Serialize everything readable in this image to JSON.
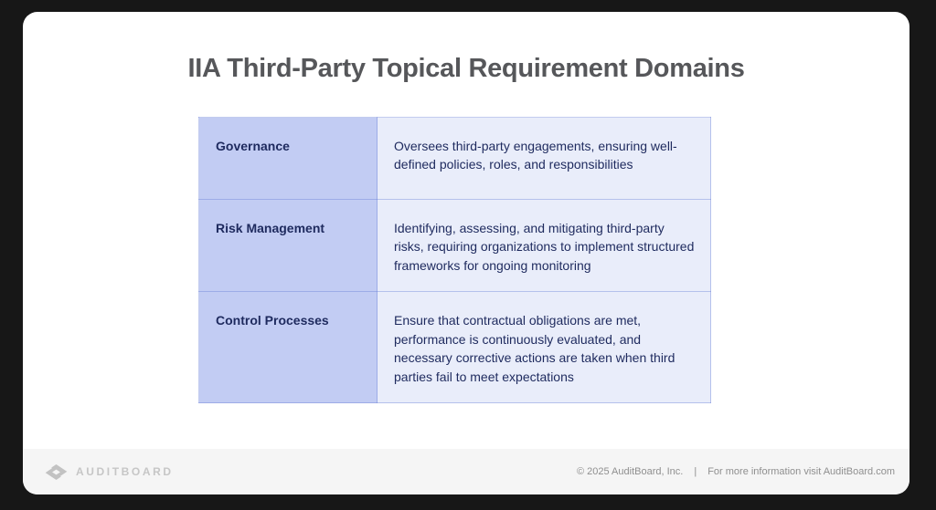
{
  "slide": {
    "title": "IIA Third-Party Topical Requirement Domains"
  },
  "table": {
    "rows": [
      {
        "domain": "Governance",
        "description": "Oversees third-party engagements, ensuring well-defined policies, roles, and responsibilities"
      },
      {
        "domain": "Risk Management",
        "description": "Identifying, assessing, and mitigating third-party risks, requiring organizations to implement structured frameworks for ongoing monitoring"
      },
      {
        "domain": "Control Processes",
        "description": "Ensure that contractual obligations are met, performance is continuously evaluated, and necessary corrective actions are taken when third parties fail to meet expectations"
      }
    ]
  },
  "footer": {
    "brand": "AUDITBOARD",
    "logo_icon": "auditboard-diamond-eye-icon",
    "copyright": "© 2025  AuditBoard, Inc.",
    "separator": "|",
    "info": "For more information visit AuditBoard.com"
  },
  "colors": {
    "page_background": "#171717",
    "card_background": "#ffffff",
    "domain_cell_background": "#c2ccf3",
    "description_cell_background": "#e9edfa",
    "table_border": "#a3b3ee",
    "body_text_navy": "#1e2a5e",
    "title_text": "#56575a",
    "footer_background": "#f5f5f5",
    "footer_text": "#8f8f8f",
    "logo_gray": "#c2c2c2"
  }
}
